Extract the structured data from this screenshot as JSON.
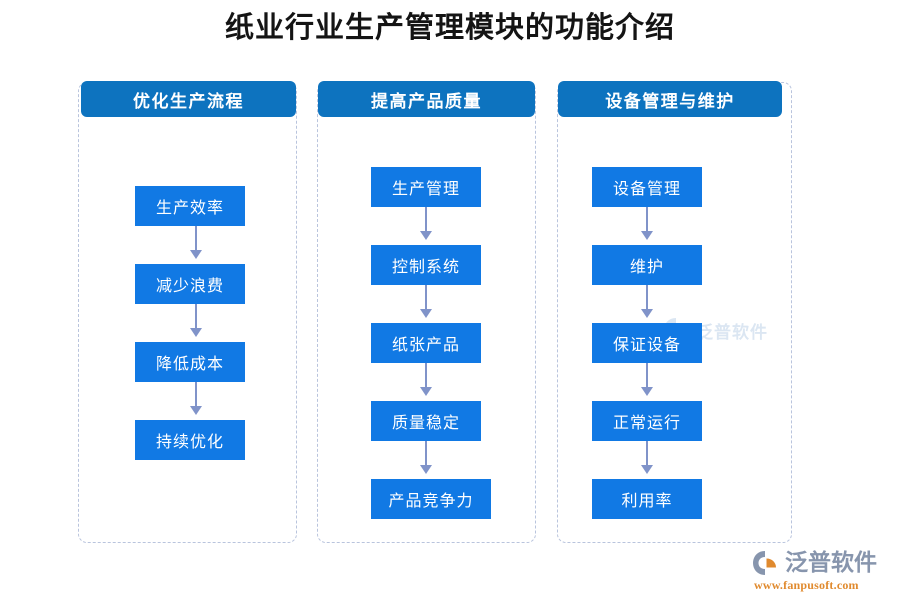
{
  "page": {
    "title": "纸业行业生产管理模块的功能介绍",
    "background_color": "#ffffff",
    "title_color": "#141414"
  },
  "theme": {
    "header_blue": "#0d73bf",
    "node_blue": "#1179e4",
    "arrow_color": "#8093c9",
    "panel_border": "#b9c4dd",
    "brand_gray": "#8795ad",
    "brand_orange": "#e08a2e"
  },
  "chart_data": {
    "type": "diagram",
    "title": "纸业行业生产管理模块的功能介绍",
    "layout": "three parallel vertical flowcharts",
    "columns": [
      {
        "header": "优化生产流程",
        "nodes": [
          "生产效率",
          "减少浪费",
          "降低成本",
          "持续优化"
        ]
      },
      {
        "header": "提高产品质量",
        "nodes": [
          "生产管理",
          "控制系统",
          "纸张产品",
          "质量稳定",
          "产品竞争力"
        ]
      },
      {
        "header": "设备管理与维护",
        "nodes": [
          "设备管理",
          "维护",
          "保证设备",
          "正常运行",
          "利用率"
        ]
      }
    ]
  },
  "columns": [
    {
      "header": "优化生产流程",
      "nodes": [
        {
          "label": "生产效率"
        },
        {
          "label": "减少浪费"
        },
        {
          "label": "降低成本"
        },
        {
          "label": "持续优化"
        }
      ]
    },
    {
      "header": "提高产品质量",
      "nodes": [
        {
          "label": "生产管理"
        },
        {
          "label": "控制系统"
        },
        {
          "label": "纸张产品"
        },
        {
          "label": "质量稳定"
        },
        {
          "label": "产品竞争力"
        }
      ]
    },
    {
      "header": "设备管理与维护",
      "nodes": [
        {
          "label": "设备管理"
        },
        {
          "label": "维护"
        },
        {
          "label": "保证设备"
        },
        {
          "label": "正常运行"
        },
        {
          "label": "利用率"
        }
      ]
    }
  ],
  "watermark": {
    "text": "泛普软件"
  },
  "brand": {
    "name": "泛普软件",
    "url": "www.fanpusoft.com"
  }
}
